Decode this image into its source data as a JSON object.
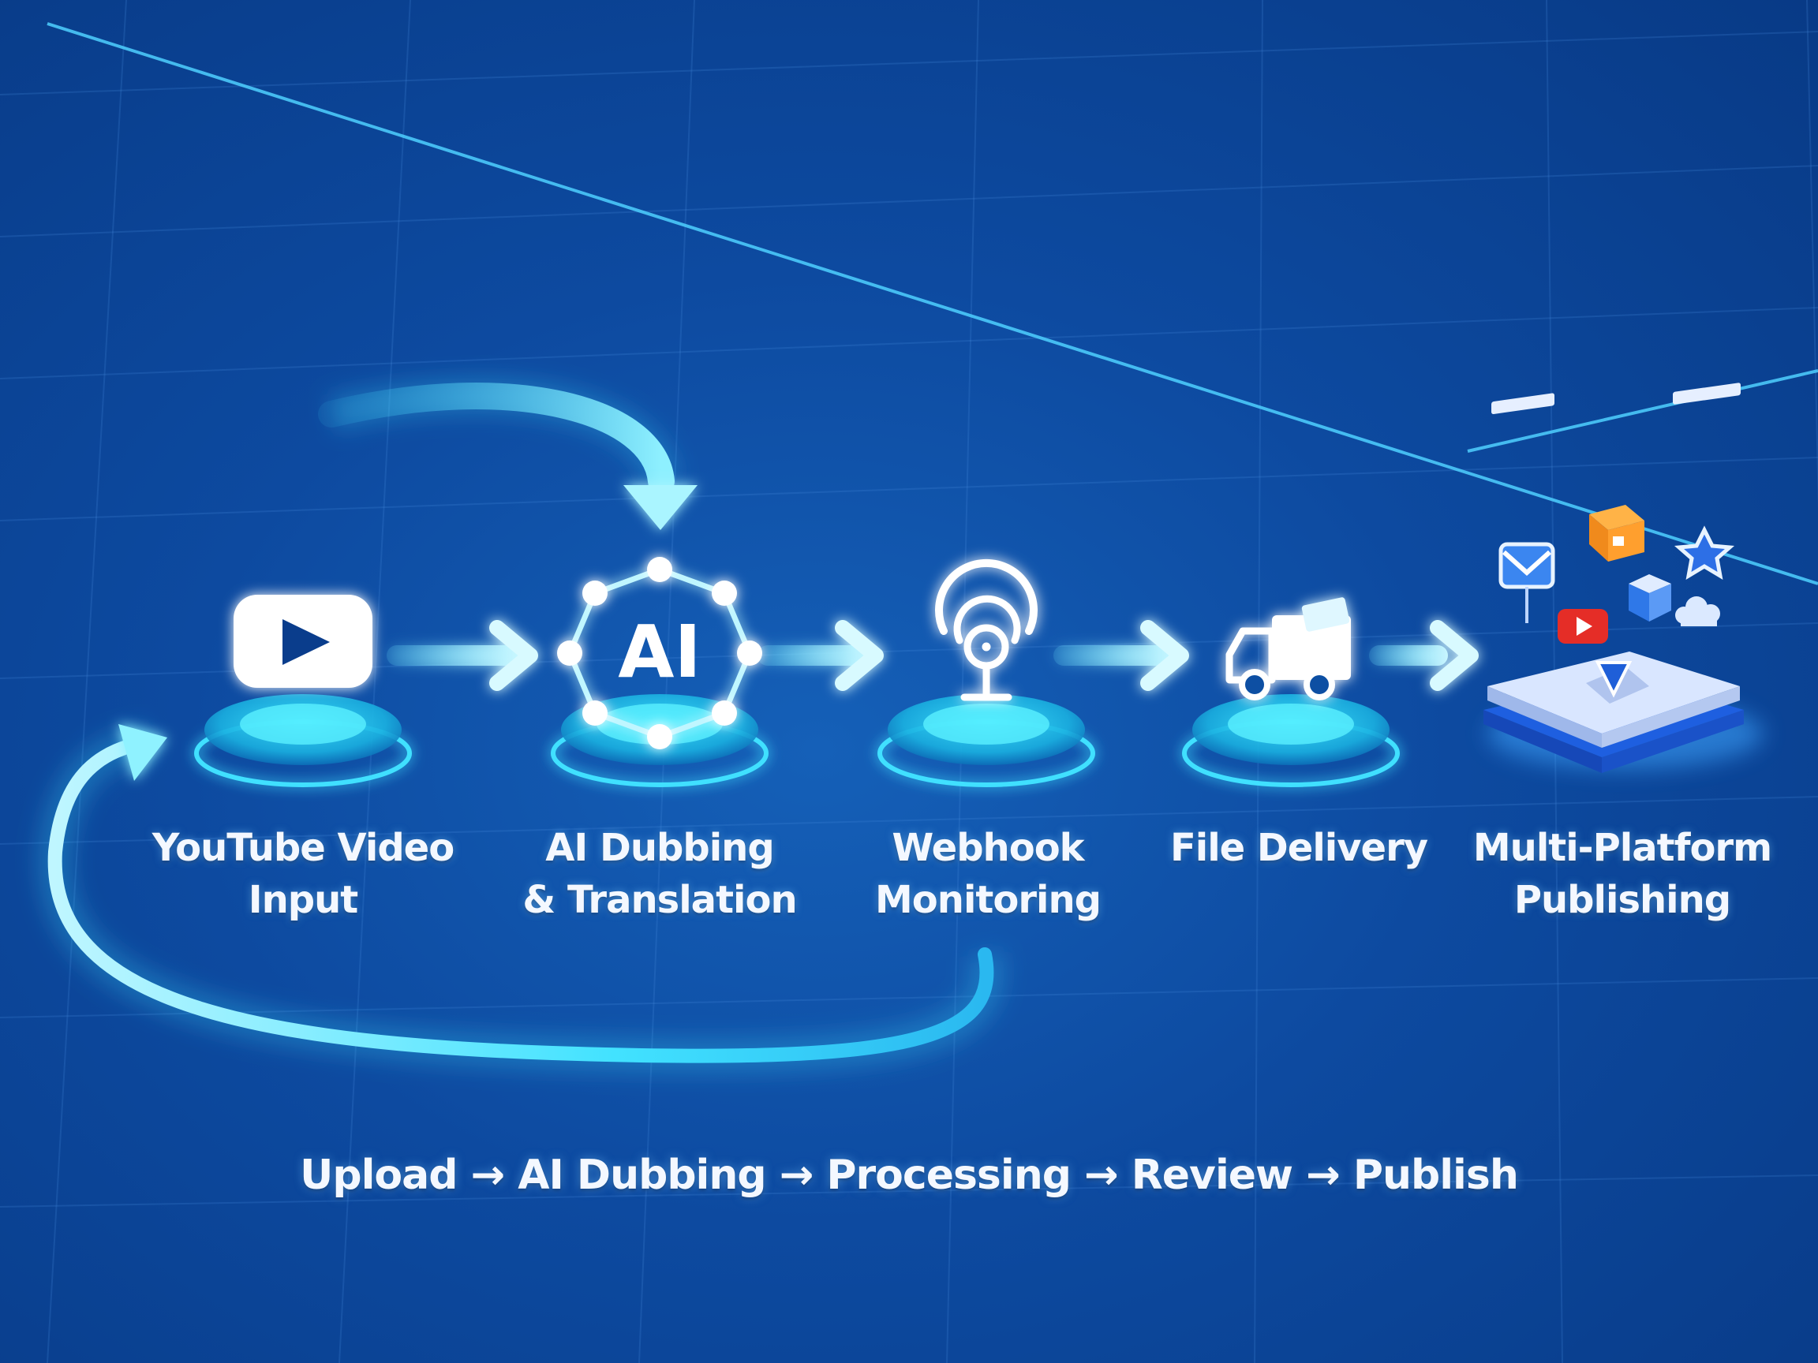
{
  "steps": [
    {
      "id": "youtube",
      "icon": "youtube-play-icon",
      "lines": [
        "YouTube Video",
        "Input"
      ]
    },
    {
      "id": "ai",
      "icon": "ai-network-icon",
      "icon_text": "AI",
      "lines": [
        "AI Dubbing",
        "& Translation"
      ]
    },
    {
      "id": "webhook",
      "icon": "webhook-antenna-icon",
      "lines": [
        "Webhook",
        "Monitoring"
      ]
    },
    {
      "id": "delivery",
      "icon": "delivery-truck-icon",
      "lines": [
        "File Delivery"
      ]
    },
    {
      "id": "publishing",
      "icon": "multi-platform-icon",
      "lines": [
        "Multi-Platform",
        "Publishing"
      ]
    }
  ],
  "pipeline": [
    "Upload",
    "AI Dubbing",
    "Processing",
    "Review",
    "Publish"
  ],
  "pipeline_separator": " → ",
  "colors": {
    "background": "#0d4aa0",
    "glow": "#3fe0ff",
    "youtube_red": "#e52d27",
    "text": "#f4f8ff"
  }
}
